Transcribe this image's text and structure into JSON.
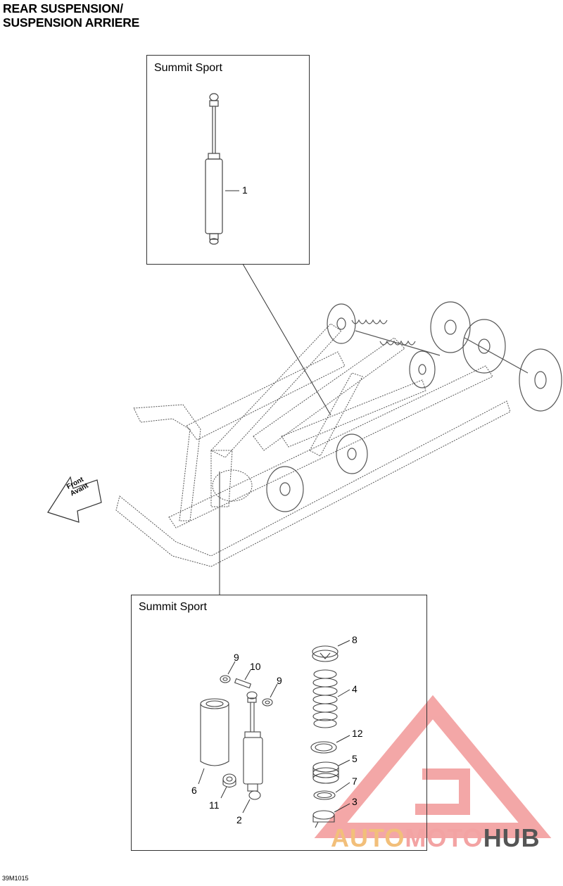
{
  "page": {
    "title_line1": "REAR SUSPENSION/",
    "title_line2": "SUSPENSION ARRIERE",
    "doc_id": "39M1015"
  },
  "top_box": {
    "label": "Summit Sport",
    "callouts": [
      {
        "id": "1",
        "text": "1"
      }
    ]
  },
  "bottom_box": {
    "label": "Summit Sport",
    "callouts": [
      {
        "id": "2",
        "text": "2"
      },
      {
        "id": "3",
        "text": "3"
      },
      {
        "id": "4",
        "text": "4"
      },
      {
        "id": "5",
        "text": "5"
      },
      {
        "id": "6",
        "text": "6"
      },
      {
        "id": "7",
        "text": "7"
      },
      {
        "id": "8",
        "text": "8"
      },
      {
        "id": "9a",
        "text": "9"
      },
      {
        "id": "9b",
        "text": "9"
      },
      {
        "id": "10",
        "text": "10"
      },
      {
        "id": "11",
        "text": "11"
      },
      {
        "id": "12",
        "text": "12"
      }
    ]
  },
  "direction_arrow": {
    "line1": "Front",
    "line2": "Avant"
  },
  "watermark": {
    "part_a": "AUTO",
    "part_b": "MOTO",
    "part_c": "HUB",
    "colors": {
      "triangle": "#f08a8a",
      "auto": "#f2bf7a",
      "moto": "#f3a3a3",
      "hub": "#555555"
    }
  }
}
